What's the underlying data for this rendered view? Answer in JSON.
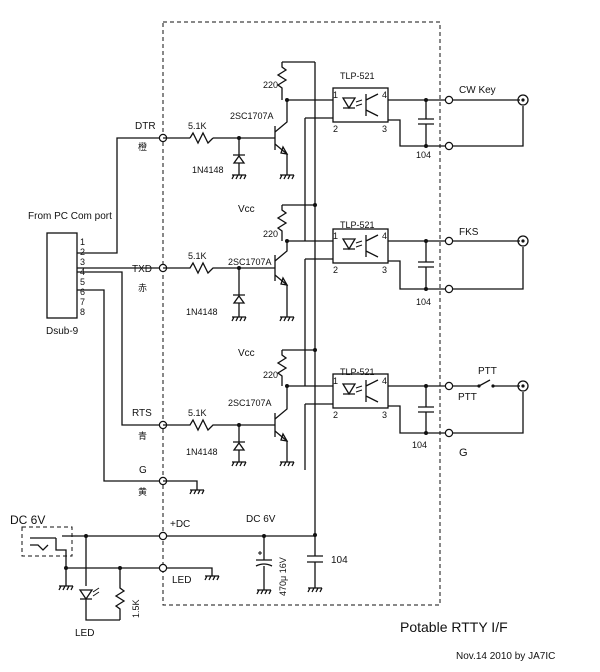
{
  "title": "Potable RTTY I/F",
  "credit": "Nov.14 2010 by JA7IC",
  "connector": {
    "header": "From PC Com port",
    "name": "Dsub-9",
    "pins": [
      "1",
      "2",
      "3",
      "4",
      "5",
      "6",
      "7",
      "8"
    ]
  },
  "signals": [
    {
      "name": "DTR",
      "color_label": "橙",
      "resistor": "5.1K",
      "transistor": "2SC1707A",
      "diode": "1N4148",
      "pullup": "220",
      "opto": "TLP-521",
      "pin1": "1",
      "pin2": "2",
      "pin3": "3",
      "pin4": "4",
      "cap": "104",
      "output": "CW Key",
      "vcc": ""
    },
    {
      "name": "TXD",
      "color_label": "赤",
      "resistor": "5.1K",
      "transistor": "2SC1707A",
      "diode": "1N4148",
      "pullup": "220",
      "opto": "TLP-521",
      "pin1": "1",
      "pin2": "2",
      "pin3": "3",
      "pin4": "4",
      "cap": "104",
      "output": "FKS",
      "vcc": "Vcc"
    },
    {
      "name": "RTS",
      "color_label": "青",
      "resistor": "5.1K",
      "transistor": "2SC1707A",
      "diode": "1N4148",
      "pullup": "220",
      "opto": "TLP-521",
      "pin1": "1",
      "pin2": "2",
      "pin3": "3",
      "pin4": "4",
      "cap": "104",
      "output": "PTT",
      "output2": "PTT",
      "vcc": "Vcc"
    }
  ],
  "ground_line": {
    "name": "G",
    "color_label": "黄"
  },
  "output_ground": "G",
  "power": {
    "input": "DC 6V",
    "dc_label": "+DC",
    "rail_label": "DC 6V",
    "electrolytic": "470μ 16V",
    "bypass_cap": "104",
    "led_line": "LED",
    "led_resistor": "1.5K",
    "led": "LED"
  }
}
